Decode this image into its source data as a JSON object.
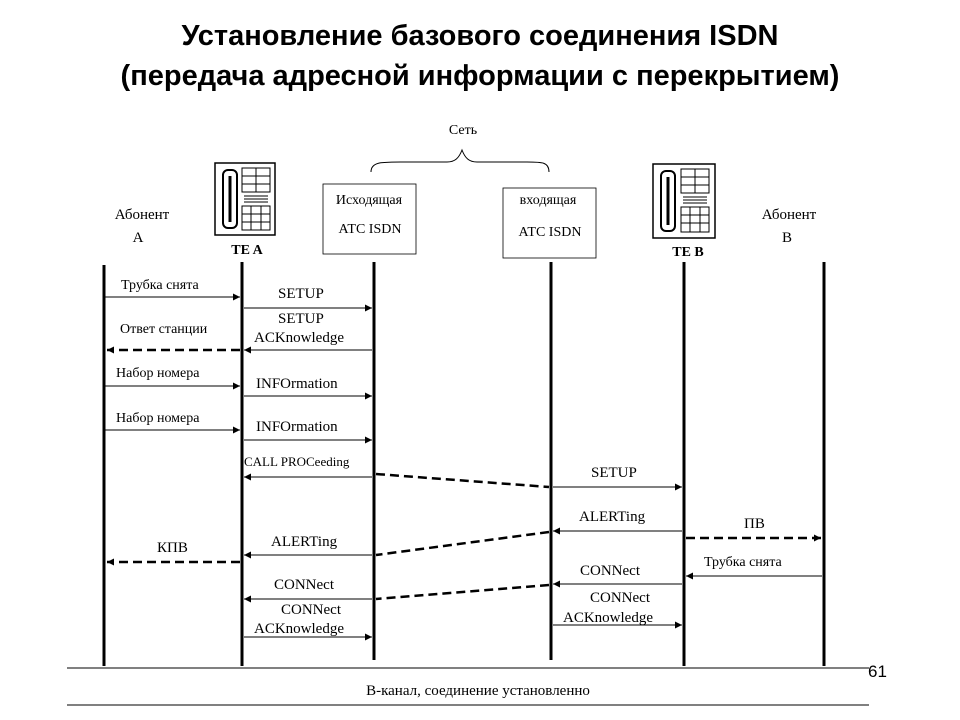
{
  "title": {
    "line1": "Установление базового соединения ISDN",
    "line2": "(передача адресной информации с перекрытием)"
  },
  "network_label": "Сеть",
  "entities": {
    "subscriber_a": {
      "line1": "Абонент",
      "line2": "А"
    },
    "te_a": "TE A",
    "orig_exchange": {
      "line1": "Исходящая",
      "line2": "АТС ISDN"
    },
    "term_exchange": {
      "line1": "входящая",
      "line2": "АТС ISDN"
    },
    "te_b": "TE B",
    "subscriber_b": {
      "line1": "Абонент",
      "line2": "В"
    }
  },
  "messages": {
    "offhook_a": "Трубка снята",
    "setup_1": "SETUP",
    "setup_ack_1": "SETUP",
    "setup_ack_2": "ACKnowledge",
    "dial_tone": "Ответ станции",
    "dial_1": "Набор номера",
    "info_1": "INFOrmation",
    "dial_2": "Набор номера",
    "info_2": "INFOrmation",
    "call_proc": "CALL PROCeeding",
    "setup_2": "SETUP",
    "alert_b": "ALERTing",
    "ringing": "ПВ",
    "alert_a": "ALERTing",
    "ringback": "КПВ",
    "offhook_b": "Трубка снята",
    "connect_b": "CONNect",
    "connect_a": "CONNect",
    "connect_ack_b_1": "CONNect",
    "connect_ack_b_2": "ACKnowledge",
    "connect_ack_a_1": "CONNect",
    "connect_ack_a_2": "ACKnowledge"
  },
  "footer": "В-канал, соединение установленно",
  "page_number": "61"
}
